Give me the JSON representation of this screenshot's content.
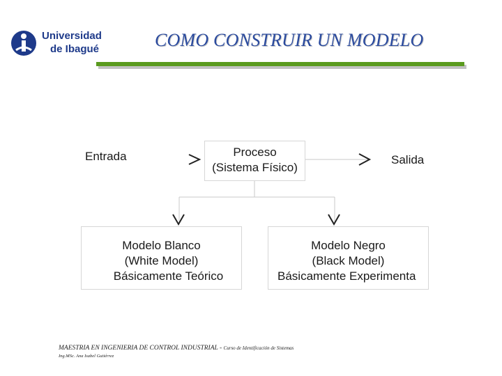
{
  "header": {
    "logo_line1": "Universidad",
    "logo_line2": "de Ibagué",
    "title": "COMO CONSTRUIR UN MODELO",
    "rule_color": "#5a9a1e"
  },
  "diagram": {
    "input_label": "Entrada",
    "process_line1": "Proceso",
    "process_line2": "(Sistema Físico)",
    "output_label": "Salida",
    "white_model": {
      "line1": "Modelo Blanco",
      "line2": "(White Model)",
      "line3": "Básicamente Teórico"
    },
    "black_model": {
      "line1": "Modelo Negro",
      "line2": "(Black Model)",
      "line3": "Básicamente Experimenta"
    }
  },
  "footer": {
    "line1_main": "MAESTRIA EN INGENIERIA DE CONTROL INDUSTRIAL  -",
    "line1_course": "Curso de Identificación de Sistemas",
    "line2": "Ing.MSc. Ana Isabel Gutiérrez"
  }
}
